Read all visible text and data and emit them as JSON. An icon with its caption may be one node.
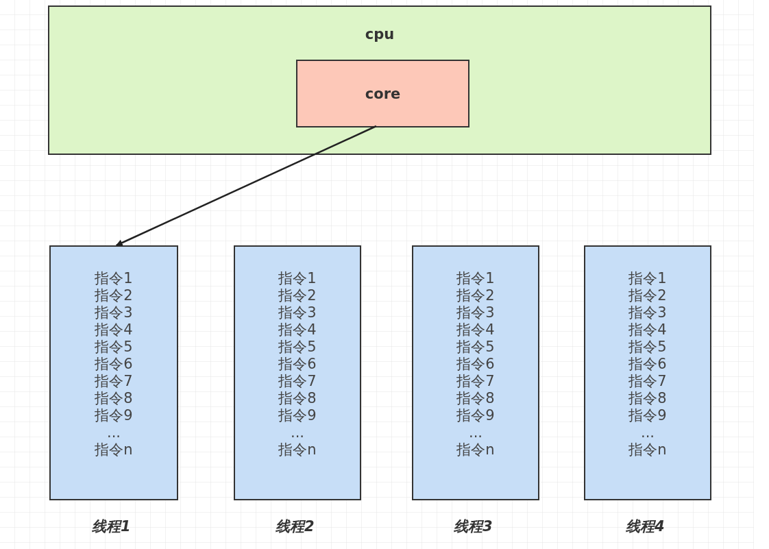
{
  "diagram": {
    "nodes": [
      {
        "text": [
          "cpu"
        ]
      },
      {
        "text": [
          "core"
        ],
        "in": 0
      },
      {
        "text": [
          "指令1",
          "指令2",
          "指令3",
          "指令4",
          "指令5",
          "指令6",
          "指令7",
          "指令8",
          "指令9",
          "...",
          "指令n"
        ],
        "beside": [
          "线程1"
        ]
      },
      {
        "text": [
          "指令1",
          "指令2",
          "指令3",
          "指令4",
          "指令5",
          "指令6",
          "指令7",
          "指令8",
          "指令9",
          "...",
          "指令n"
        ],
        "beside": [
          "线程2"
        ]
      },
      {
        "text": [
          "指令1",
          "指令2",
          "指令3",
          "指令4",
          "指令5",
          "指令6",
          "指令7",
          "指令8",
          "指令9",
          "...",
          "指令n"
        ],
        "beside": [
          "线程3"
        ]
      },
      {
        "text": [
          "指令1",
          "指令2",
          "指令3",
          "指令4",
          "指令5",
          "指令6",
          "指令7",
          "指令8",
          "指令9",
          "...",
          "指令n"
        ],
        "beside": [
          "线程4"
        ]
      }
    ],
    "edges": [
      {
        "from": 1,
        "to": 2,
        "arrow": "to"
      }
    ]
  }
}
